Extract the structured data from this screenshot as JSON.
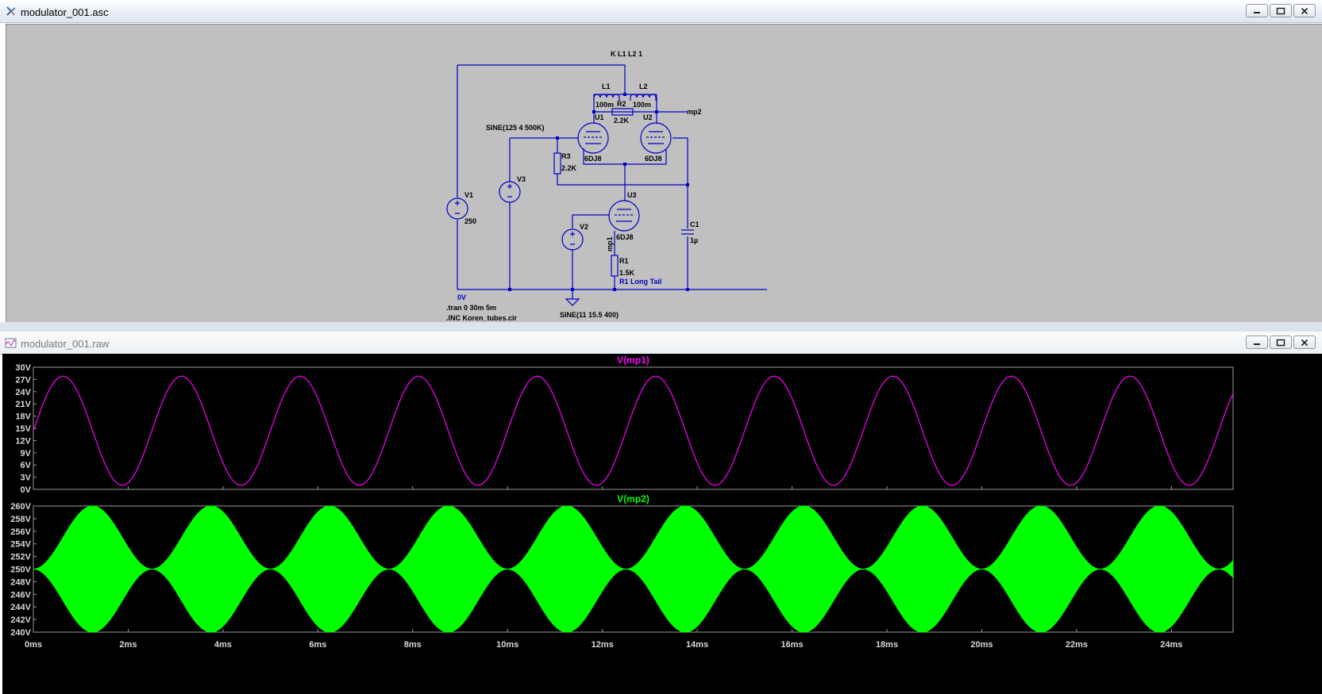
{
  "schematic_window": {
    "title": "modulator_001.asc",
    "controls": {
      "minimize": "–",
      "maximize": "□",
      "close": "✕"
    }
  },
  "schematic": {
    "coupling": "K L1 L2 1",
    "L1": {
      "ref": "L1",
      "value": "100m"
    },
    "L2": {
      "ref": "L2",
      "value": "100m"
    },
    "R2": {
      "ref": "R2",
      "value": "2.2K"
    },
    "U1": {
      "ref": "U1",
      "model": "6DJ8"
    },
    "U2": {
      "ref": "U2",
      "model": "6DJ8"
    },
    "U3": {
      "ref": "U3",
      "model": "6DJ8"
    },
    "R3": {
      "ref": "R3",
      "value": "2.2K"
    },
    "R1": {
      "ref": "R1",
      "value": "1.5K",
      "comment": "R1 Long Tail"
    },
    "C1": {
      "ref": "C1",
      "value": "1µ"
    },
    "V1": {
      "ref": "V1",
      "value": "250"
    },
    "V2": {
      "ref": "V2",
      "value": "SINE(11 15.5 400)"
    },
    "V3": {
      "ref": "V3",
      "value": "SINE(125 4 500K)"
    },
    "net_mp1": "mp1",
    "net_mp2": "mp2",
    "ground_label": "0V",
    "directives": [
      ".tran 0 30m 5m",
      ".INC Koren_tubes.cir"
    ]
  },
  "plot_window": {
    "title": "modulator_001.raw",
    "controls": {
      "minimize": "–",
      "maximize": "□",
      "close": "✕"
    }
  },
  "chart_data": [
    {
      "type": "line",
      "title": "V(mp1)",
      "color": "#ff00ff",
      "x_unit": "ms",
      "y_unit": "V",
      "xlim": [
        0,
        25.3
      ],
      "ylim": [
        0,
        30
      ],
      "yticks": [
        "0V",
        "3V",
        "6V",
        "9V",
        "12V",
        "15V",
        "18V",
        "21V",
        "24V",
        "27V",
        "30V"
      ],
      "xticks": [
        "0ms",
        "2ms",
        "4ms",
        "6ms",
        "8ms",
        "10ms",
        "12ms",
        "14ms",
        "16ms",
        "18ms",
        "20ms",
        "22ms",
        "24ms"
      ],
      "signal": {
        "offset": 14.4,
        "amplitude": 13.4,
        "frequency_hz": 400
      }
    },
    {
      "type": "area",
      "title": "V(mp2)",
      "color": "#00ff00",
      "x_unit": "ms",
      "y_unit": "V",
      "xlim": [
        0,
        25.3
      ],
      "ylim": [
        240,
        260
      ],
      "yticks": [
        "240V",
        "242V",
        "244V",
        "246V",
        "248V",
        "250V",
        "252V",
        "254V",
        "256V",
        "258V",
        "260V"
      ],
      "xticks": [
        "0ms",
        "2ms",
        "4ms",
        "6ms",
        "8ms",
        "10ms",
        "12ms",
        "14ms",
        "16ms",
        "18ms",
        "20ms",
        "22ms",
        "24ms"
      ],
      "envelope": {
        "center": 250,
        "max_deviation": 10,
        "frequency_hz": 400
      }
    }
  ]
}
